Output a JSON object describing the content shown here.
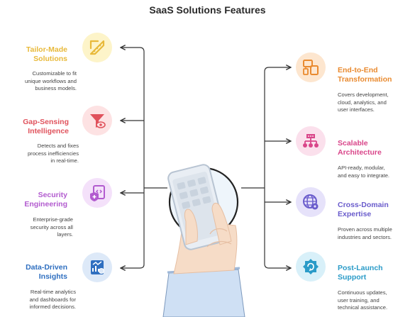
{
  "title": "SaaS Solutions Features",
  "left_features": [
    {
      "title_lines": [
        "Tailor-Made",
        "Solutions"
      ],
      "desc_lines": [
        "Customizable to fit",
        "unique workflows and",
        "business models."
      ],
      "color": "#e8b93a",
      "bg": "#fdf4c9",
      "icon": "ruler-pencil-icon"
    },
    {
      "title_lines": [
        "Gap-Sensing",
        "Intelligence"
      ],
      "desc_lines": [
        "Detects and fixes",
        "process inefficiencies",
        "in real-time."
      ],
      "color": "#e0525c",
      "bg": "#fde2e3",
      "icon": "filter-eye-icon"
    },
    {
      "title_lines": [
        "Security",
        "Engineering"
      ],
      "desc_lines": [
        "Enterprise-grade",
        "security across all",
        "layers."
      ],
      "color": "#b25bcf",
      "bg": "#f4e1fa",
      "icon": "secure-code-icon"
    },
    {
      "title_lines": [
        "Data-Driven",
        "Insights"
      ],
      "desc_lines": [
        "Real-time analytics",
        "and dashboards for",
        "informed decisions."
      ],
      "color": "#2f6fc0",
      "bg": "#dde9f8",
      "icon": "analytics-report-icon"
    }
  ],
  "right_features": [
    {
      "title_lines": [
        "End-to-End",
        "Transformation"
      ],
      "desc_lines": [
        "Covers development,",
        "cloud, analytics, and",
        "user interfaces."
      ],
      "color": "#e98a2f",
      "bg": "#fde6cf",
      "icon": "devices-icon"
    },
    {
      "title_lines": [
        "Scalable",
        "Architecture"
      ],
      "desc_lines": [
        "API-ready, modular,",
        "and easy to integrate."
      ],
      "color": "#d9468a",
      "bg": "#fbe0ec",
      "icon": "building-network-icon"
    },
    {
      "title_lines": [
        "Cross-Domain",
        "Expertise"
      ],
      "desc_lines": [
        "Proven across multiple",
        "industries and sectors."
      ],
      "color": "#6a5ccc",
      "bg": "#e6e2fa",
      "icon": "globe-gear-icon"
    },
    {
      "title_lines": [
        "Post-Launch",
        "Support"
      ],
      "desc_lines": [
        "Continuous updates,",
        "user training, and",
        "technical assistance."
      ],
      "color": "#2a9bc8",
      "bg": "#d8f0f9",
      "icon": "support-badge-icon"
    }
  ]
}
